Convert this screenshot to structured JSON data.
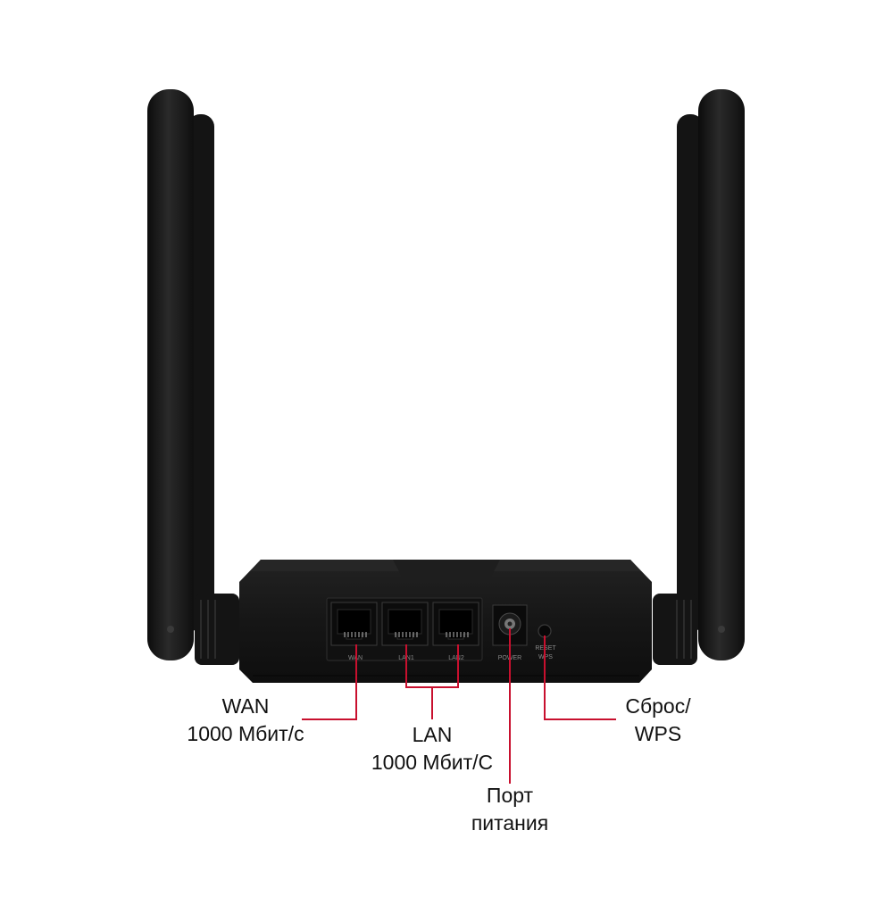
{
  "colors": {
    "background": "#ffffff",
    "device_body": "#1a1a1a",
    "callout_line": "#c8102e",
    "callout_text": "#111111"
  },
  "device": {
    "ports": {
      "wan": "WAN",
      "lan1": "LAN1",
      "lan2": "LAN2",
      "power": "POWER",
      "reset": "RESET",
      "wps": "WPS"
    }
  },
  "callouts": {
    "wan": {
      "line1": "WAN",
      "line2": "1000 Мбит/с"
    },
    "lan": {
      "line1": "LAN",
      "line2": "1000 Мбит/С"
    },
    "power": {
      "line1": "Порт",
      "line2": "питания"
    },
    "reset": {
      "line1": "Сброс/",
      "line2": "WPS"
    }
  }
}
